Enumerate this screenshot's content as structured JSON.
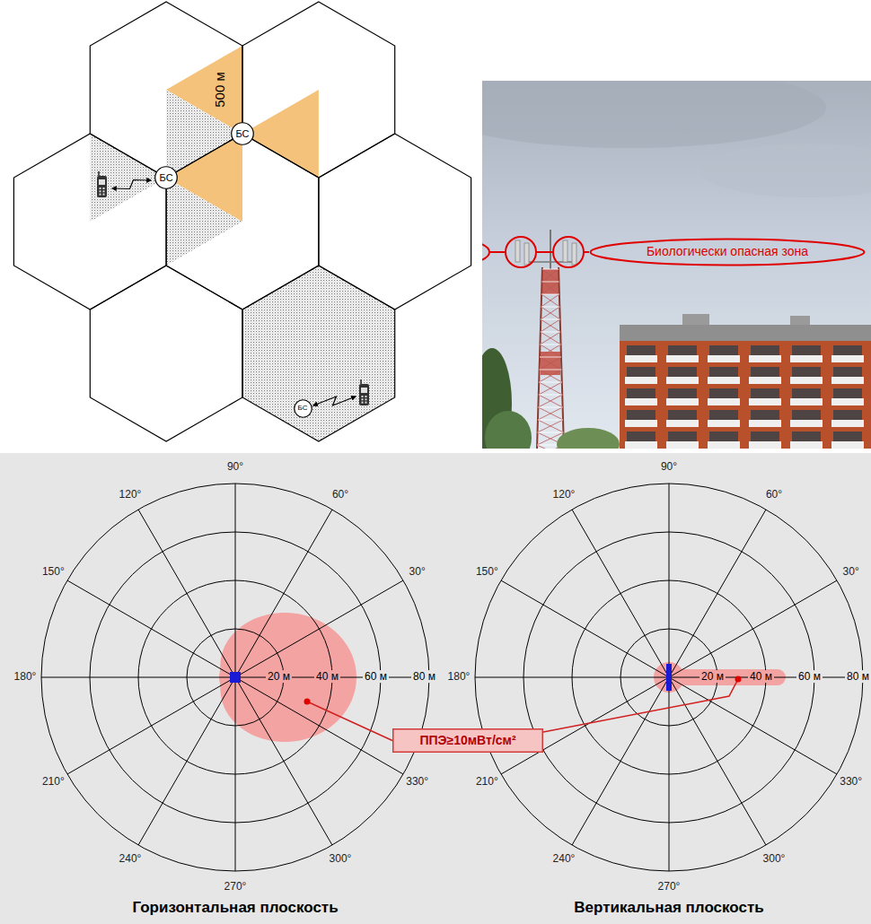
{
  "diagram": {
    "nodes": [
      {
        "text": [
          "БС"
        ]
      },
      {
        "text": [
          "БС"
        ]
      },
      {
        "text": [
          "Биологически опасная зона"
        ]
      },
      {
        "text": [
          "БС"
        ]
      },
      {
        "text": [
          "ППЭ≥10мВт/см²"
        ]
      }
    ],
    "labels": [
      "500 м",
      "90°",
      "120°",
      "60°",
      "150°",
      "30°",
      "180°",
      "210°",
      "330°",
      "240°",
      "300°",
      "270°",
      "20 м",
      "40 м",
      "60 м",
      "80 м",
      "90°",
      "120°",
      "60°",
      "150°",
      "30°",
      "180°",
      "210°",
      "330°",
      "240°",
      "300°",
      "270°",
      "20 м",
      "40 м",
      "60 м",
      "80 м",
      "Горизонтальная плоскость",
      "Вертикальная плоскость"
    ]
  }
}
